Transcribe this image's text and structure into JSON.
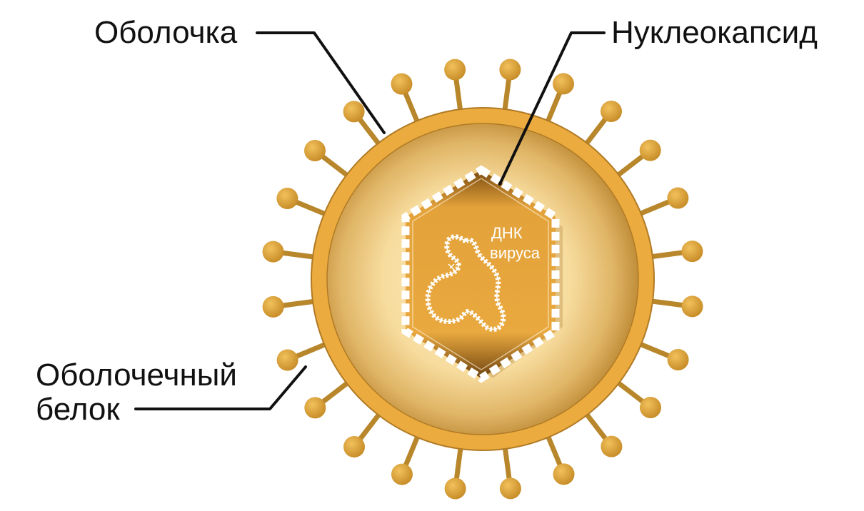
{
  "labels": {
    "envelope": "Оболочка",
    "nucleocapsid": "Нуклеокапсид",
    "envelope_protein_line1": "Оболочечный",
    "envelope_protein_line2": "белок",
    "dna_line1": "ДНК",
    "dna_line2": "вируса"
  },
  "colors": {
    "envelope": "#E8A93C",
    "envelope_dark": "#C9892B",
    "interior_light": "#FBE3A9",
    "interior_dark": "#B98327",
    "capsid": "#E3A23A",
    "capsid_dark": "#7A4A10",
    "spike_stem": "#B8872C",
    "spike_head": "#D99E35",
    "leader": "#111111"
  }
}
